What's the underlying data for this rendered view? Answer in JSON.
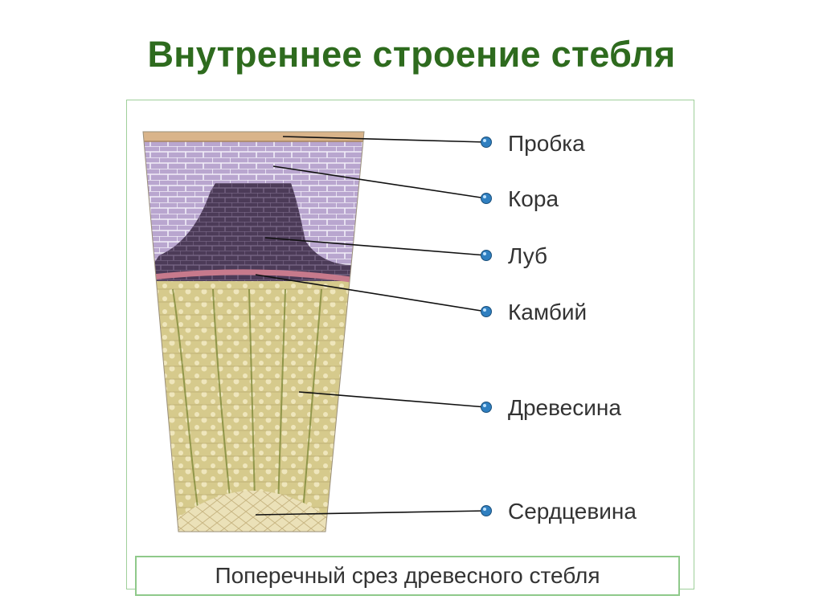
{
  "title": "Внутреннее строение стебля",
  "caption": "Поперечный срез древесного стебля",
  "labels": [
    {
      "id": "cork",
      "text": "Пробка"
    },
    {
      "id": "cortex",
      "text": "Кора"
    },
    {
      "id": "phloem",
      "text": "Луб"
    },
    {
      "id": "cambium",
      "text": "Камбий"
    },
    {
      "id": "wood",
      "text": "Древесина"
    },
    {
      "id": "pith",
      "text": "Сердцевина"
    }
  ],
  "colors": {
    "title": "#2e6b1e",
    "frame": "#9fcf9a",
    "cork": "#d9b48a",
    "cortex": "#b7a2cc",
    "phloem": "#4a3a55",
    "cambium": "#c77a8c",
    "wood": "#d8cc8e",
    "pith": "#e9dfb4",
    "bullet": "#2f7fc0"
  }
}
